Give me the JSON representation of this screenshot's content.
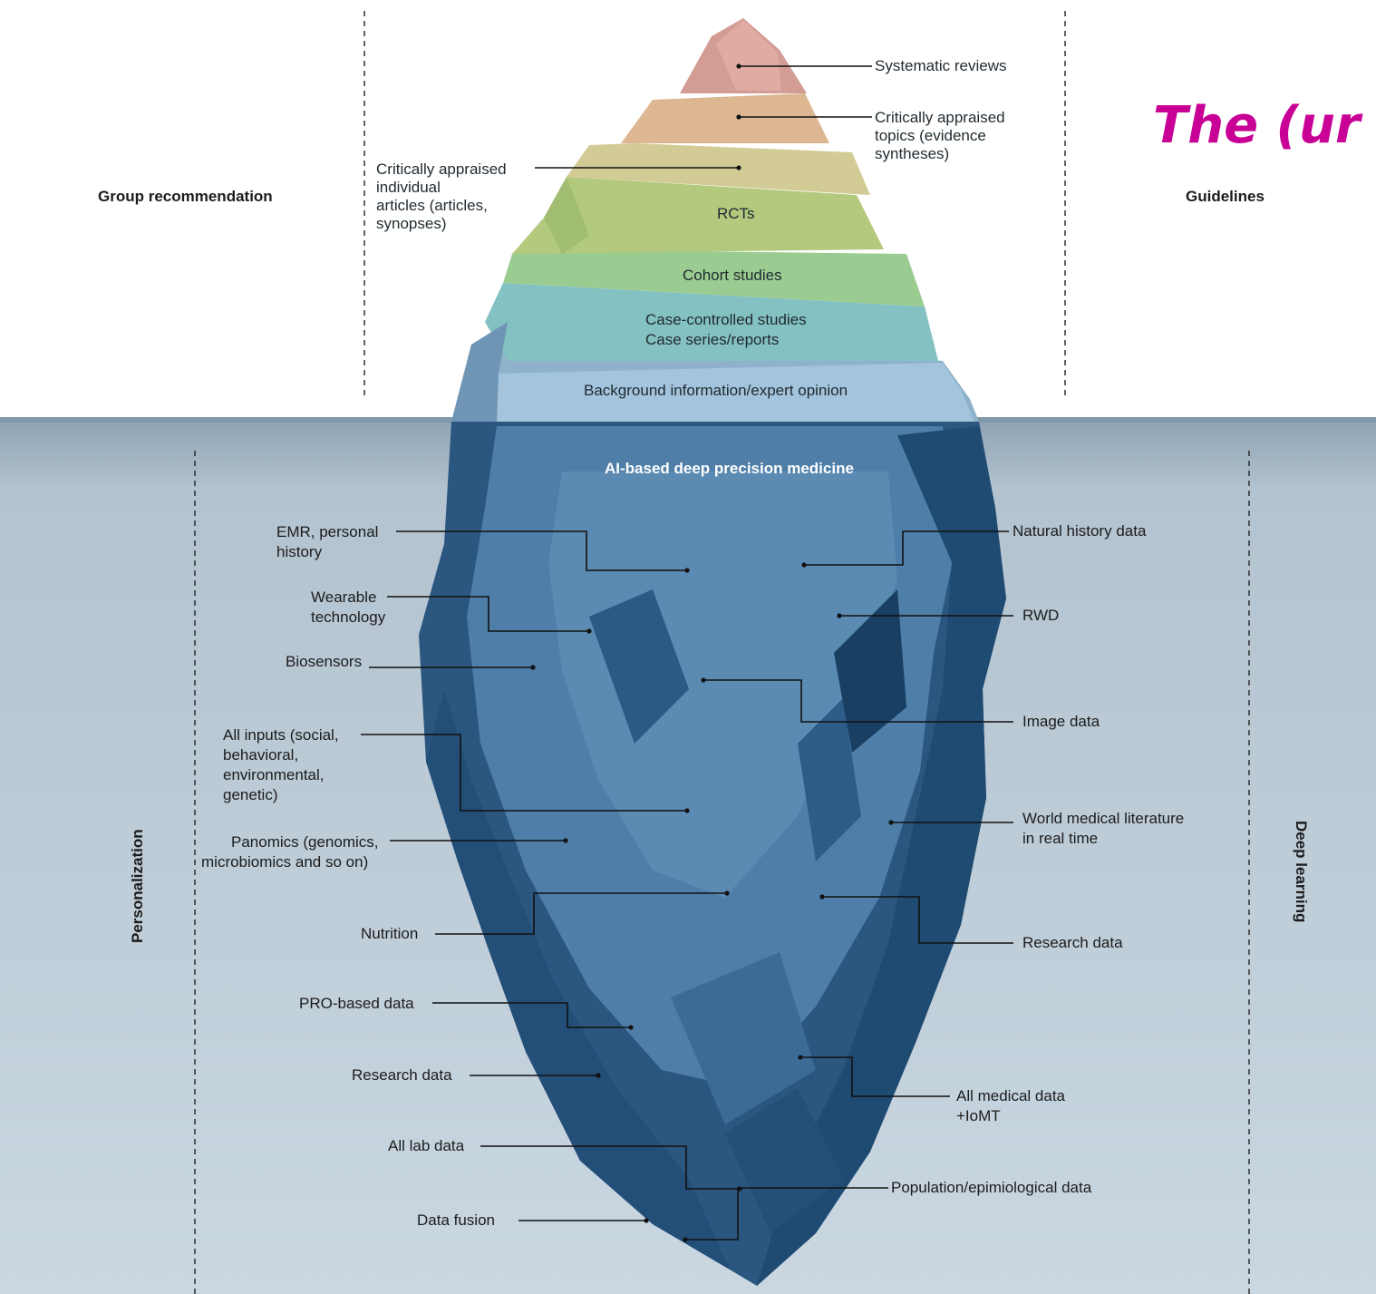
{
  "headline": "The (ur",
  "top_tiers": {
    "systematic_reviews": "Systematic reviews",
    "critically_appraised_topics": [
      "Critically appraised",
      "topics (evidence",
      "syntheses)"
    ],
    "critically_appraised_articles": [
      "Critically appraised",
      "individual",
      "articles (articles,",
      "synopses)"
    ],
    "rcts": "RCTs",
    "cohort_studies": "Cohort studies",
    "case_controlled": [
      "Case-controlled studies",
      "Case series/reports"
    ],
    "background": "Background information/expert opinion"
  },
  "side_labels": {
    "group_recommendation": "Group recommendation",
    "guidelines": "Guidelines",
    "personalization": "Personalization",
    "deep_learning": "Deep learning"
  },
  "underwater": {
    "title": "AI-based deep precision medicine",
    "left": {
      "emr": [
        "EMR, personal",
        "history"
      ],
      "wearable": [
        "Wearable",
        "technology"
      ],
      "biosensors": "Biosensors",
      "all_inputs": [
        "All inputs (social,",
        "behavioral,",
        "environmental,",
        "genetic)"
      ],
      "panomics": [
        "Panomics (genomics,",
        "microbiomics and so on)"
      ],
      "nutrition": "Nutrition",
      "pro": "PRO-based data",
      "research": "Research data",
      "lab": "All lab data",
      "fusion": "Data fusion"
    },
    "right": {
      "natural_history": "Natural history data",
      "rwd": "RWD",
      "image": "Image data",
      "literature": [
        "World medical literature",
        "in real time"
      ],
      "research": "Research data",
      "medical": [
        "All medical data",
        "+IoMT"
      ],
      "population": "Population/epimiological data"
    }
  },
  "colors": {
    "headline": "#c80096",
    "tier_systematic": "#d09a92",
    "tier_topics": "#dcb491",
    "tier_articles": "#d4cc93",
    "tier_rcts": "#b3c67e",
    "tier_cohort": "#9cc88f",
    "tier_case": "#86c3c2",
    "tier_background": "#9dbfd9",
    "sea": "#c6d4df",
    "iceberg_deep": "#1f4a72",
    "iceberg_mid": "#3e6e98"
  }
}
